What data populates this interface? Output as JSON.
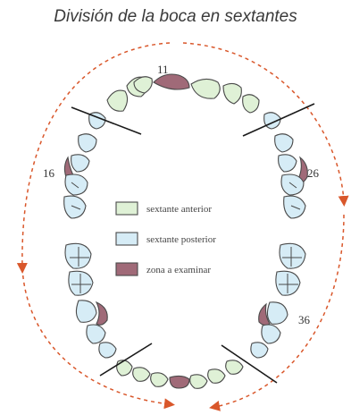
{
  "title": "División de la boca en sextantes",
  "tooth_numbers": {
    "upper_incisor": "11",
    "upper_right_molar": "16",
    "upper_left_molar": "26",
    "lower_left_molar": "36"
  },
  "legend": [
    {
      "label": "sextante anterior",
      "color": "#dff1d6"
    },
    {
      "label": "sextante posterior",
      "color": "#d6ecf6"
    },
    {
      "label": "zona a examinar",
      "color": "#a06a78"
    }
  ],
  "colors": {
    "arrow": "#d9572b",
    "divider": "#1a1a1a",
    "outline": "#4a4a4a"
  }
}
